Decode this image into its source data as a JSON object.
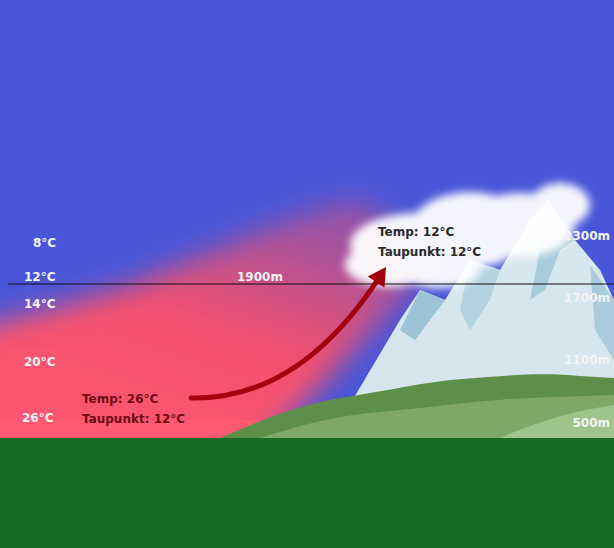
{
  "diagram": {
    "nodes": [
      {
        "text": [
          "Temp: 26°C",
          "Taupunkt: 12°C"
        ]
      },
      {
        "text": [
          "Temp: 12°C",
          "Taupunkt: 12°C"
        ]
      }
    ],
    "edges": [
      {
        "from": 0,
        "to": 1,
        "arrow": "to"
      }
    ],
    "labels": [
      "8°C",
      "12°C",
      "14°C",
      "20°C",
      "26°C",
      "1900m",
      "2300m",
      "1700m",
      "1100m",
      "500m"
    ]
  }
}
